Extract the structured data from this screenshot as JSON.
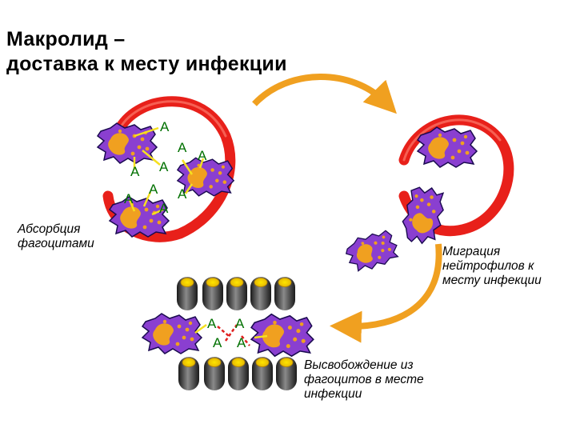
{
  "title": {
    "line1": "Макролид –",
    "line2": "доставка к месту инфекции"
  },
  "captions": {
    "absorption": {
      "line1": "Абсорбция",
      "line2": "фагоцитами"
    },
    "migration": {
      "line1": "Миграция",
      "line2": "нейтрофилов к",
      "line3": "месту инфекции"
    },
    "release": {
      "line1": "Высвобождение из",
      "line2": "фагоцитов в месте",
      "line3": "инфекции"
    }
  },
  "drug_marker": "А",
  "colors": {
    "vessel_wall": "#e8201a",
    "arrow": "#f0a020",
    "cell_body": "#8a3fd0",
    "cell_nucleus": "#f0a020",
    "drug_marker": "#007000",
    "drug_link": "#f5e020",
    "released_drug_link": "#e02020",
    "tissue_cell_top": "#ffd700"
  },
  "icons": [
    "phagocyte-cell-icon",
    "blood-vessel-icon",
    "tissue-cell-icon",
    "curved-arrow-icon"
  ]
}
